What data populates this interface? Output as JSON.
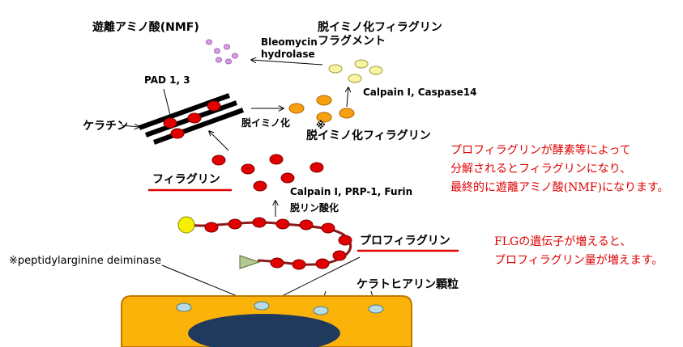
{
  "labels": {
    "nmf": "遊離アミノ酸(NMF)",
    "bleomycin_line1": "Bleomycin",
    "bleomycin_line2": "hydrolase",
    "fragment_line1": "脱イミノ化フィラグリン",
    "fragment_line2": "フラグメント",
    "calpain_caspase": "Calpain I, Caspase14",
    "pad": "PAD 1, 3",
    "keratin": "ケラチン",
    "deimination": "脱イミノ化",
    "deiminated_filaggrin": "脱イミノ化フィラグリン",
    "filaggrin": "フィラグリン",
    "calpain_prp_furin": "Calpain I, PRP-1, Furin",
    "dephosphorylation": "脱リン酸化",
    "profilaggrin": "プロフィラグリン",
    "footnote": "※peptidylarginine deiminase",
    "keratohyalin": "ケラトヒアリン顆粒",
    "asterisk": "※"
  },
  "notes": {
    "note1_line1": "プロフィラグリンが酵素等によって",
    "note1_line2": "分解されるとフィラグリンになり、",
    "note1_line3": "最終的に遊離アミノ酸(NMF)になります。",
    "note2_line1": "FLGの遺伝子が増えると、",
    "note2_line2": "プロフィラグリン量が増えます。"
  },
  "colors": {
    "filaggrin_red": "#e00000",
    "fragment_orange": "#f7a010",
    "fragment_yellow": "#f8f4a0",
    "nmf_violet": "#d9a0e8",
    "granule_fill": "#fbb30a",
    "granule_nucleus": "#1f3a5c",
    "granule_dot": "#b7dce6",
    "note_text": "#e00000"
  }
}
